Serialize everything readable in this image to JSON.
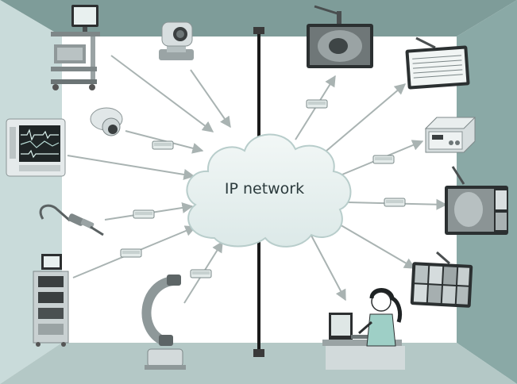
{
  "diagram": {
    "center_label": "IP network",
    "colors": {
      "cloud": "#e6f0ef",
      "cloud_stroke": "#b8cdcb",
      "label": "#2b3a3c",
      "arrow": "#a9b3b2",
      "wall_left": "#c9dbda",
      "wall_right": "#8aa9a6",
      "ceiling": "#7e9c99",
      "floor": "#b4c8c6",
      "accent_teal": "#5d8c88"
    },
    "nodes": [
      {
        "id": "pc-cart",
        "icon": "computer-cart-icon"
      },
      {
        "id": "ptz-camera",
        "icon": "ptz-camera-icon"
      },
      {
        "id": "dome-camera",
        "icon": "dome-camera-icon"
      },
      {
        "id": "patient-monitor",
        "icon": "patient-monitor-icon"
      },
      {
        "id": "endoscope",
        "icon": "endoscope-icon"
      },
      {
        "id": "endoscopy-tower",
        "icon": "endoscopy-tower-icon"
      },
      {
        "id": "c-arm",
        "icon": "c-arm-icon"
      },
      {
        "id": "ceiling-display-endoscopy",
        "icon": "ceiling-display-icon"
      },
      {
        "id": "waveform-display",
        "icon": "waveform-display-icon"
      },
      {
        "id": "recorder",
        "icon": "video-recorder-icon"
      },
      {
        "id": "xray-display",
        "icon": "xray-display-icon"
      },
      {
        "id": "pacs-display",
        "icon": "pacs-display-icon"
      },
      {
        "id": "workstation-nurse",
        "icon": "workstation-user-icon"
      }
    ]
  }
}
